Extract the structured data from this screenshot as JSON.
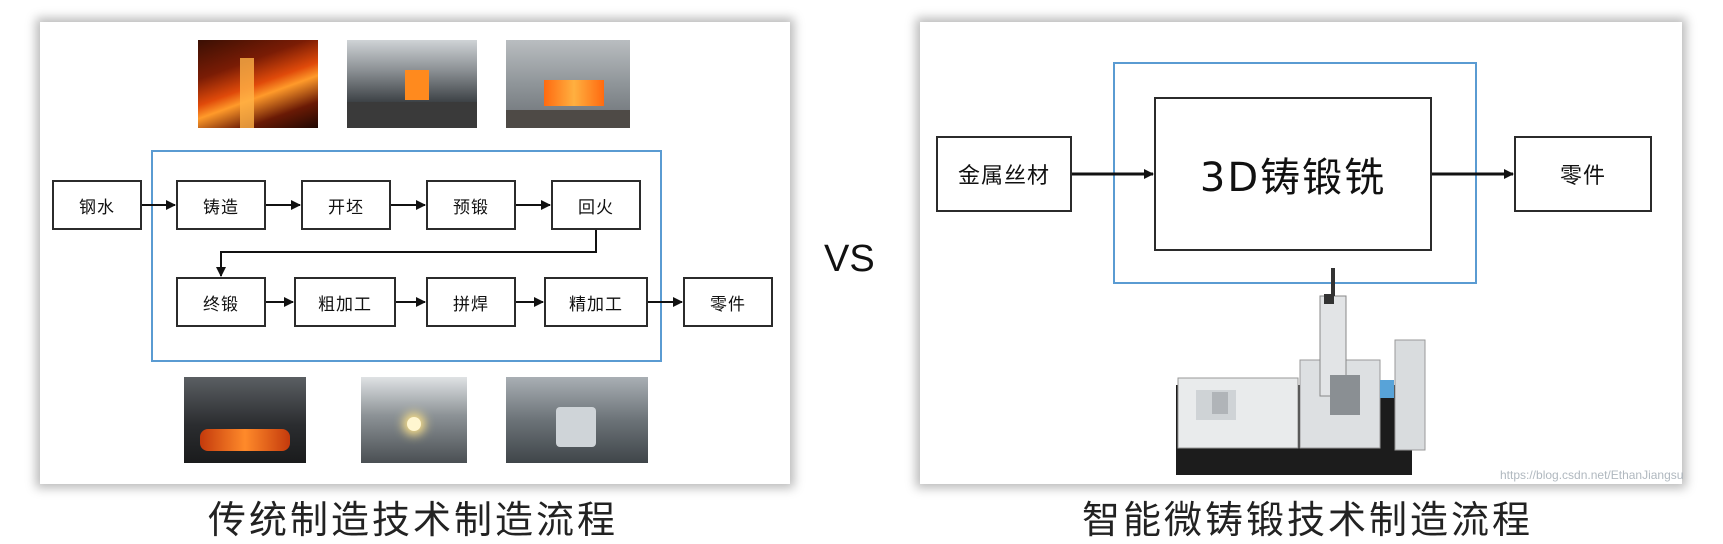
{
  "left": {
    "caption": "传统制造技术制造流程",
    "nodes": {
      "steel": "钢水",
      "casting": "铸造",
      "billet": "开坯",
      "preforge": "预锻",
      "temper": "回火",
      "finalforge": "终锻",
      "rough": "粗加工",
      "weld": "拼焊",
      "finish": "精加工",
      "part": "零件"
    }
  },
  "vs": "VS",
  "right": {
    "caption": "智能微铸锻技术制造流程",
    "nodes": {
      "wire": "金属丝材",
      "process": "3D铸锻铣",
      "part": "零件"
    }
  },
  "watermark": "https://blog.csdn.net/EthanJiangsu",
  "colors": {
    "frame_blue": "#5a9bd2",
    "arrow": "#111111"
  }
}
